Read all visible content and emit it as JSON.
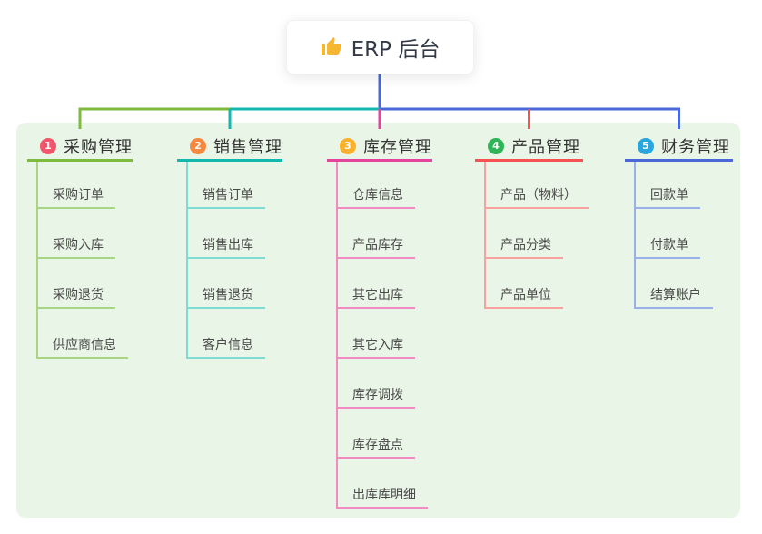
{
  "root": {
    "label": "ERP 后台",
    "icon": "thumbs-up-icon",
    "icon_color": "#f5b731",
    "line_color": "#4a68d8"
  },
  "panel": {
    "background": "#e9f5e6"
  },
  "branches": [
    {
      "num": "1",
      "title": "采购管理",
      "badge_color": "#f1566d",
      "line_color": "#7dba3d",
      "tint_color": "#a9d484",
      "children": [
        "采购订单",
        "采购入库",
        "采购退货",
        "供应商信息"
      ]
    },
    {
      "num": "2",
      "title": "销售管理",
      "badge_color": "#f6893f",
      "line_color": "#12b7ae",
      "tint_color": "#7edcd4",
      "children": [
        "销售订单",
        "销售出库",
        "销售退货",
        "客户信息"
      ]
    },
    {
      "num": "3",
      "title": "库存管理",
      "badge_color": "#f9b12c",
      "line_color": "#e4449b",
      "tint_color": "#f08cc1",
      "children": [
        "仓库信息",
        "产品库存",
        "其它出库",
        "其它入库",
        "库存调拨",
        "库存盘点",
        "出库库明细"
      ]
    },
    {
      "num": "4",
      "title": "产品管理",
      "badge_color": "#2fb457",
      "line_color": "#f75251",
      "tint_color": "#f9a19f",
      "children": [
        "产品（物料）",
        "产品分类",
        "产品单位"
      ]
    },
    {
      "num": "5",
      "title": "财务管理",
      "badge_color": "#27a6e0",
      "line_color": "#4a68d8",
      "tint_color": "#9ab0e9",
      "children": [
        "回款单",
        "付款单",
        "结算账户"
      ]
    }
  ]
}
